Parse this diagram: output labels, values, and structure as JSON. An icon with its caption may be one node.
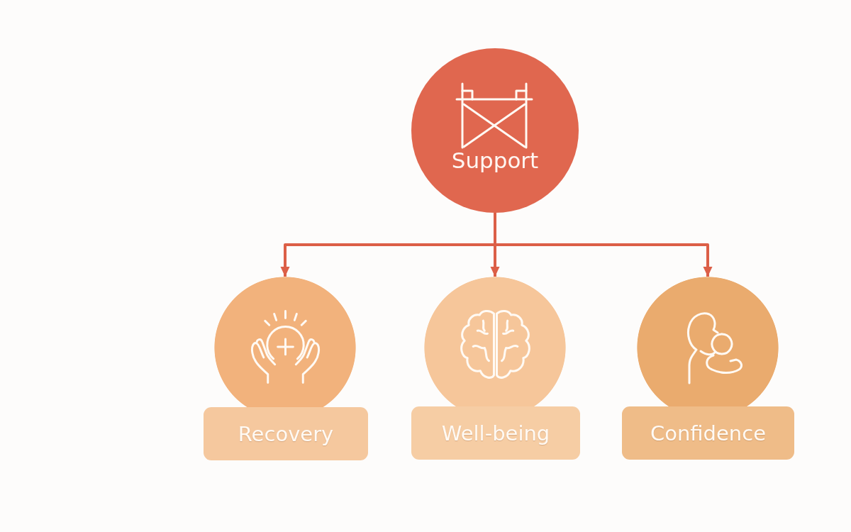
{
  "diagram": {
    "nodes": [
      {
        "text": [
          "Support"
        ]
      },
      {
        "text": [],
        "shape": "circle"
      },
      {
        "text": [
          "Recovery"
        ]
      },
      {
        "text": [],
        "shape": "circle"
      },
      {
        "text": [
          "Well-being"
        ]
      },
      {
        "text": [],
        "shape": "circle"
      },
      {
        "text": [
          "Confidence"
        ]
      }
    ],
    "edges": [
      {
        "from": 0,
        "to": 1,
        "arrow": "to"
      },
      {
        "from": 0,
        "to": 3,
        "arrow": "to"
      },
      {
        "from": 0,
        "to": 5,
        "arrow": "to"
      }
    ]
  }
}
